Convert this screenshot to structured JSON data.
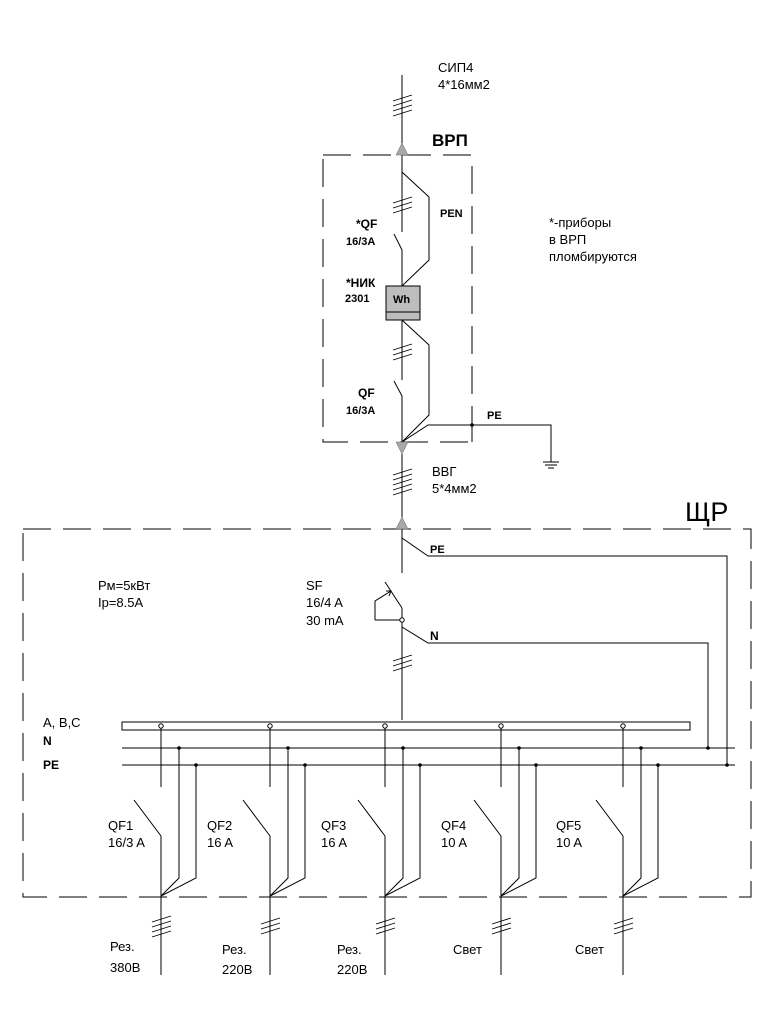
{
  "input_cable": {
    "type": "СИП4",
    "section": "4*16мм2"
  },
  "vrp": {
    "title": "ВРП",
    "breaker_top": {
      "name": "*QF",
      "rating": "16/3А"
    },
    "meter": {
      "name": "*НИК",
      "model": "2301",
      "symbol": "Wh"
    },
    "breaker_bottom": {
      "name": "QF",
      "rating": "16/3А"
    },
    "pen_label": "PEN",
    "pe_label": "PE"
  },
  "note": {
    "line1": "*-приборы",
    "line2": "в ВРП",
    "line3": "пломбируются"
  },
  "link_cable": {
    "type": "ВВГ",
    "section": "5*4мм2"
  },
  "shr": {
    "title": "ЩР",
    "power": "Pм=5кВт",
    "current": "Ip=8.5A",
    "rcd": {
      "name": "SF",
      "rating": "16/4 A",
      "leak": "30 mA"
    },
    "pe_label": "PE",
    "n_label": "N",
    "bus_labels": {
      "abc": "A, B,C",
      "n": "N",
      "pe": "PE"
    },
    "feeders": [
      {
        "name": "QF1",
        "rating": "16/3 A",
        "load1": "Рез.",
        "load2": "380В",
        "wires": 4
      },
      {
        "name": "QF2",
        "rating": "16 A",
        "load1": "Рез.",
        "load2": "220В",
        "wires": 3
      },
      {
        "name": "QF3",
        "rating": "16 A",
        "load1": "Рез.",
        "load2": "220В",
        "wires": 3
      },
      {
        "name": "QF4",
        "rating": "10 A",
        "load1": "Свет",
        "load2": "",
        "wires": 3
      },
      {
        "name": "QF5",
        "rating": "10 A",
        "load1": "Свет",
        "load2": "",
        "wires": 3
      }
    ]
  }
}
